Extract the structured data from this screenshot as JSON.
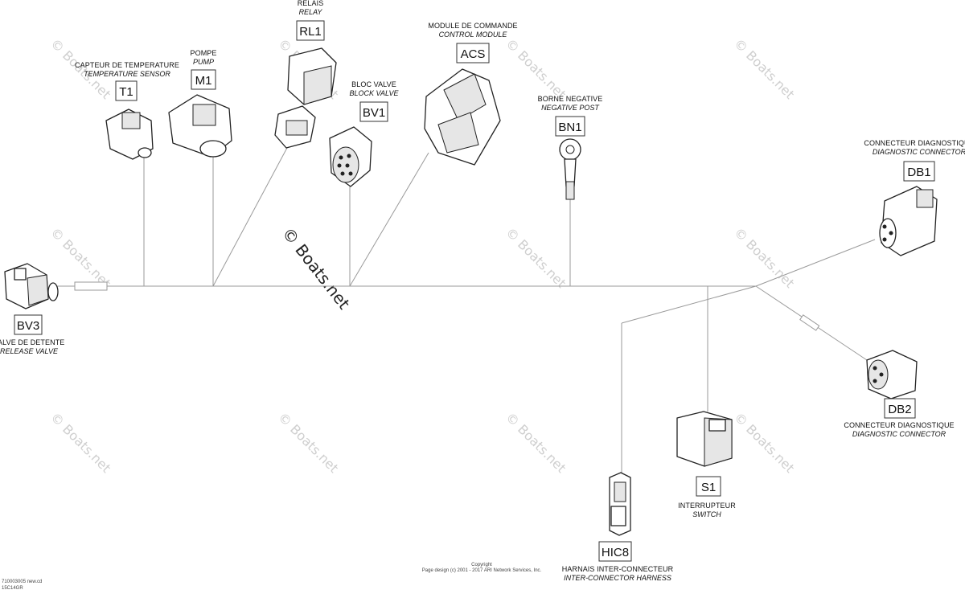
{
  "components": [
    {
      "id": "t1",
      "code": "T1",
      "fr": "CAPTEUR DE TEMPERATURE",
      "en": "TEMPERATURE SENSOR"
    },
    {
      "id": "m1",
      "code": "M1",
      "fr": "POMPE",
      "en": "PUMP"
    },
    {
      "id": "rl1",
      "code": "RL1",
      "fr": "RELAIS",
      "en": "RELAY"
    },
    {
      "id": "bv1",
      "code": "BV1",
      "fr": "BLOC VALVE",
      "en": "BLOCK VALVE"
    },
    {
      "id": "acs",
      "code": "ACS",
      "fr": "MODULE DE COMMANDE",
      "en": "CONTROL MODULE"
    },
    {
      "id": "bn1",
      "code": "BN1",
      "fr": "BORNE NEGATIVE",
      "en": "NEGATIVE POST"
    },
    {
      "id": "db1",
      "code": "DB1",
      "fr": "CONNECTEUR DIAGNOSTIQUE",
      "en": "DIAGNOSTIC CONNECTOR"
    },
    {
      "id": "bv3",
      "code": "BV3",
      "fr": "VALVE DE DETENTE",
      "en": "RELEASE VALVE"
    },
    {
      "id": "db2",
      "code": "DB2",
      "fr": "CONNECTEUR DIAGNOSTIQUE",
      "en": "DIAGNOSTIC CONNECTOR"
    },
    {
      "id": "s1",
      "code": "S1",
      "fr": "INTERRUPTEUR",
      "en": "SWITCH"
    },
    {
      "id": "hic8",
      "code": "HIC8",
      "fr": "HARNAIS INTER-CONNECTEUR",
      "en": "INTER-CONNECTOR HARNESS"
    }
  ],
  "watermark": "© Boats.net",
  "footer": {
    "copyright": "Copyright",
    "page_design": "Page design (c) 2001 - 2017 ARI Network Services, Inc.",
    "drawing_number": "710003005 new.cd",
    "sheet_id": "15C14GR"
  }
}
